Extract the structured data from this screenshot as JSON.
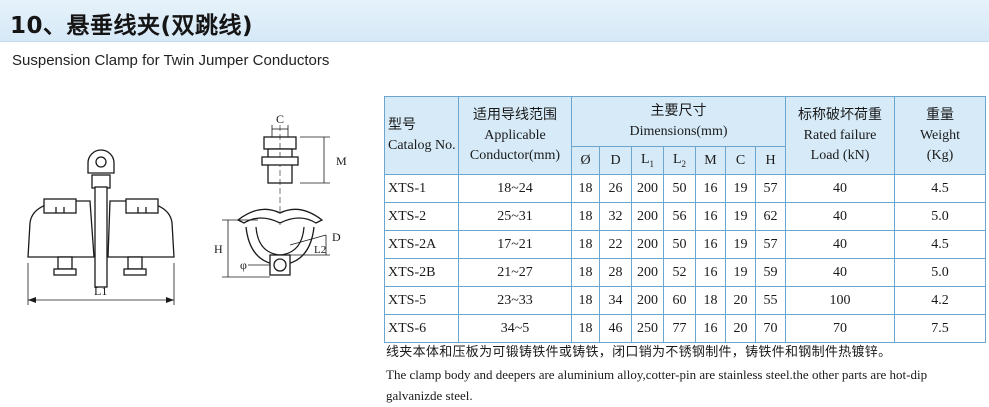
{
  "header": {
    "title": "10、悬垂线夹(双跳线)",
    "subtitle": "Suspension Clamp for Twin Jumper Conductors"
  },
  "drawing": {
    "labels": {
      "L1": "L1",
      "C": "C",
      "M": "M",
      "H": "H",
      "D": "D",
      "L2": "L2",
      "phi": "φ"
    }
  },
  "table": {
    "headers": {
      "catalog_cn": "型号",
      "catalog_en": "Catalog No.",
      "range_cn": "适用导线范围",
      "range_en1": "Applicable",
      "range_en2": "Conductor(mm)",
      "dim_cn": "主要尺寸",
      "dim_en": "Dimensions(mm)",
      "load_cn": "标称破坏荷重",
      "load_en1": "Rated failure",
      "load_en2": "Load (kN)",
      "weight_cn": "重量",
      "weight_en1": "Weight",
      "weight_en2": "(Kg)",
      "dims": {
        "phi": "Ø",
        "d": "D",
        "l1": "L",
        "l1_sub": "1",
        "l2": "L",
        "l2_sub": "2",
        "m": "M",
        "c": "C",
        "h": "H"
      }
    },
    "rows": [
      {
        "catalog": "XTS-1",
        "range": "18~24",
        "phi": "18",
        "d": "26",
        "l1": "200",
        "l2": "50",
        "m": "16",
        "c": "19",
        "h": "57",
        "load": "40",
        "weight": "4.5"
      },
      {
        "catalog": "XTS-2",
        "range": "25~31",
        "phi": "18",
        "d": "32",
        "l1": "200",
        "l2": "56",
        "m": "16",
        "c": "19",
        "h": "62",
        "load": "40",
        "weight": "5.0"
      },
      {
        "catalog": "XTS-2A",
        "range": "17~21",
        "phi": "18",
        "d": "22",
        "l1": "200",
        "l2": "50",
        "m": "16",
        "c": "19",
        "h": "57",
        "load": "40",
        "weight": "4.5"
      },
      {
        "catalog": "XTS-2B",
        "range": "21~27",
        "phi": "18",
        "d": "28",
        "l1": "200",
        "l2": "52",
        "m": "16",
        "c": "19",
        "h": "59",
        "load": "40",
        "weight": "5.0"
      },
      {
        "catalog": "XTS-5",
        "range": "23~33",
        "phi": "18",
        "d": "34",
        "l1": "200",
        "l2": "60",
        "m": "18",
        "c": "20",
        "h": "55",
        "load": "100",
        "weight": "4.2"
      },
      {
        "catalog": "XTS-6",
        "range": "34~5",
        "phi": "18",
        "d": "46",
        "l1": "250",
        "l2": "77",
        "m": "16",
        "c": "20",
        "h": "70",
        "load": "70",
        "weight": "7.5"
      }
    ]
  },
  "notes": {
    "cn": "线夹本体和压板为可锻铸铁件或铸铁，闭口销为不锈钢制件，铸铁件和钢制件热镀锌。",
    "en": "The clamp body and deepers are aluminium alloy,cotter-pin are stainless steel.the other parts are hot-dip galvanizde steel."
  }
}
